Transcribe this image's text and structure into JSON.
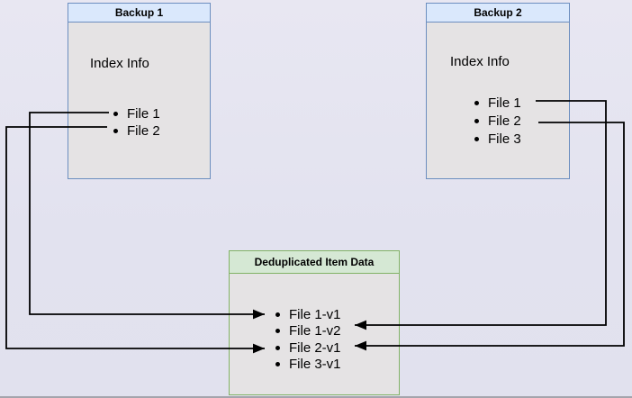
{
  "diagram": {
    "type": "backup-deduplication-diagram",
    "colors": {
      "page_background_top": "#e8e7f2",
      "page_background_bottom": "#e1e1ee",
      "box_body_fill": "#e5e3e4",
      "blue_header_fill": "#dae8fc",
      "blue_border": "#6c8ebf",
      "green_header_fill": "#d5e8d4",
      "green_border": "#82b366",
      "connector_line": "#000000",
      "window_edge": "#a4a4ac"
    }
  },
  "boxes": {
    "backup1": {
      "title": "Backup 1",
      "subtitle": "Index Info",
      "items": [
        "File 1",
        "File 2"
      ]
    },
    "backup2": {
      "title": "Backup 2",
      "subtitle": "Index Info",
      "items": [
        "File 1",
        "File 2",
        "File 3"
      ]
    },
    "dedup": {
      "title": "Deduplicated Item Data",
      "items": [
        "File 1-v1",
        "File 1-v2",
        "File 2-v1",
        "File 3-v1"
      ]
    }
  },
  "connections": [
    {
      "from": "Backup 1 / File 1",
      "to": "Deduplicated Item Data / File 1-v1",
      "side": "left"
    },
    {
      "from": "Backup 1 / File 2",
      "to": "Deduplicated Item Data / File 2-v1",
      "side": "left"
    },
    {
      "from": "Backup 2 / File 1",
      "to": "Deduplicated Item Data / File 1-v2",
      "side": "right"
    },
    {
      "from": "Backup 2 / File 2",
      "to": "Deduplicated Item Data / File 2-v1",
      "side": "right"
    }
  ]
}
